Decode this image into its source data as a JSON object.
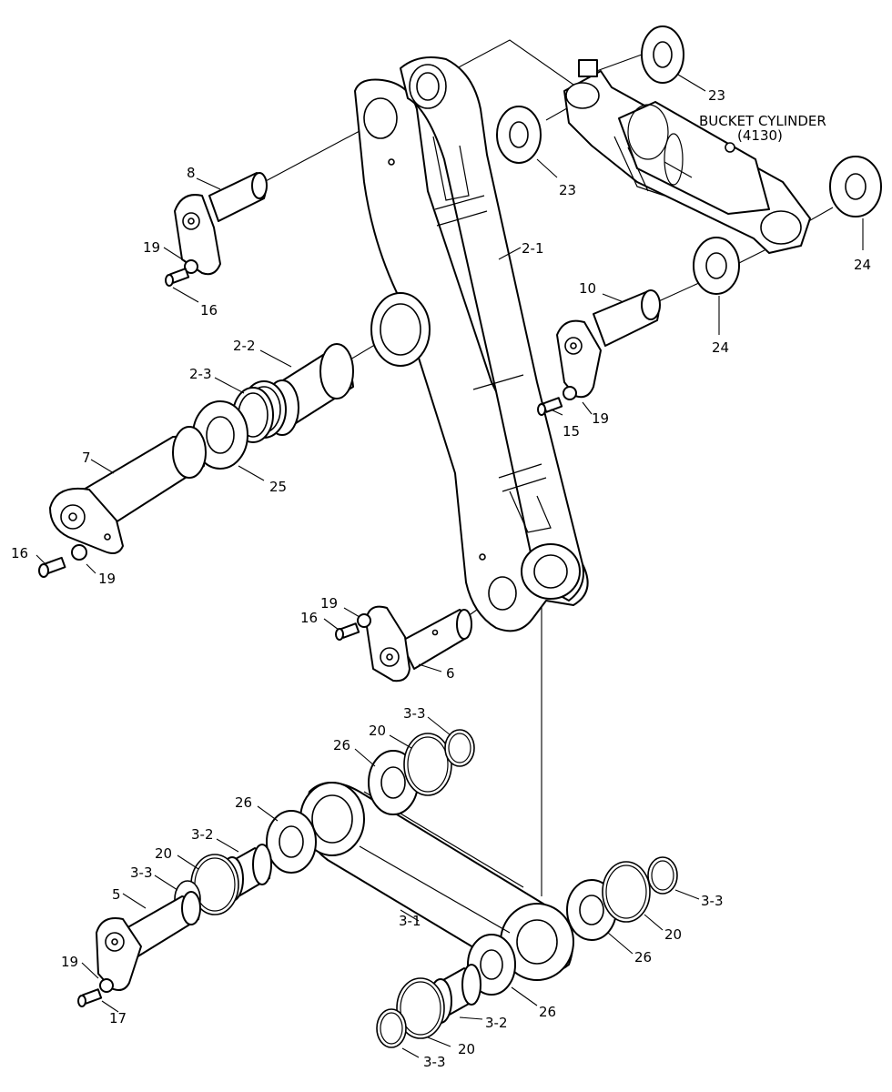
{
  "diagram": {
    "cylinder_title": "BUCKET CYLINDER",
    "cylinder_code": "(4130)",
    "labels": {
      "l23a": "23",
      "l23b": "23",
      "lbc1": "BUCKET CYLINDER",
      "lbc2": "(4130)",
      "l24a": "24",
      "l24b": "24",
      "l21": "2-1",
      "l8": "8",
      "l19a": "19",
      "l16a": "16",
      "l10": "10",
      "l22": "2-2",
      "l23c": "2-3",
      "l15": "15",
      "l19b": "19",
      "l7": "7",
      "l25": "25",
      "l16b": "16",
      "l19c": "19",
      "l19d": "19",
      "l16c": "16",
      "l6": "6",
      "l33a": "3-3",
      "l20a": "20",
      "l26a": "26",
      "l26b": "26",
      "l32a": "3-2",
      "l20b": "20",
      "l33b": "3-3",
      "l5": "5",
      "l31": "3-1",
      "l33c": "3-3",
      "l20c": "20",
      "l26c": "26",
      "l19e": "19",
      "l17": "17",
      "l26d": "26",
      "l32b": "3-2",
      "l20d": "20",
      "l33d": "3-3"
    }
  }
}
